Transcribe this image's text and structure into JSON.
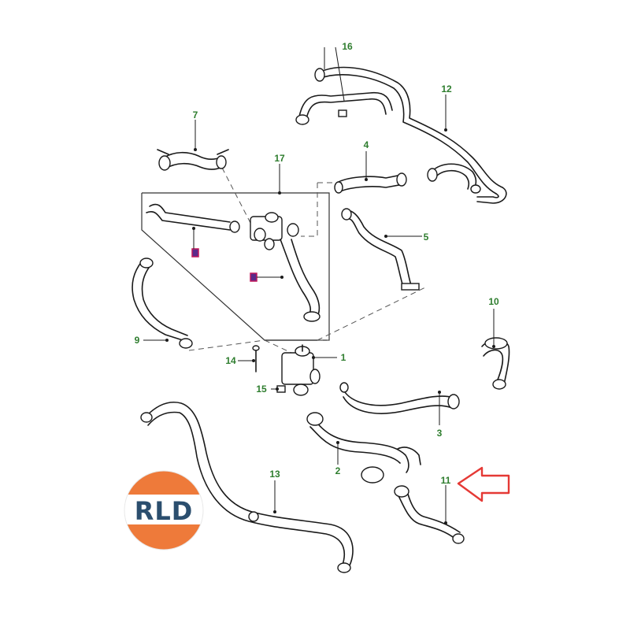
{
  "diagram": {
    "labels": {
      "p1": "1",
      "p2": "2",
      "p3": "3",
      "p4": "4",
      "p5": "5",
      "p7": "7",
      "p9": "9",
      "p10": "10",
      "p11": "11",
      "p12": "12",
      "p13": "13",
      "p14": "14",
      "p15": "15",
      "p16": "16",
      "p17": "17"
    },
    "colors": {
      "label": "#2e7d2e",
      "arrow": "#e53935",
      "logo_orange": "#ee7a3a",
      "logo_text": "#2b4e6e"
    }
  },
  "logo": {
    "text": "RLD"
  },
  "highlight": {
    "target_label": "11",
    "icon": "red-outline-arrow-icon"
  }
}
